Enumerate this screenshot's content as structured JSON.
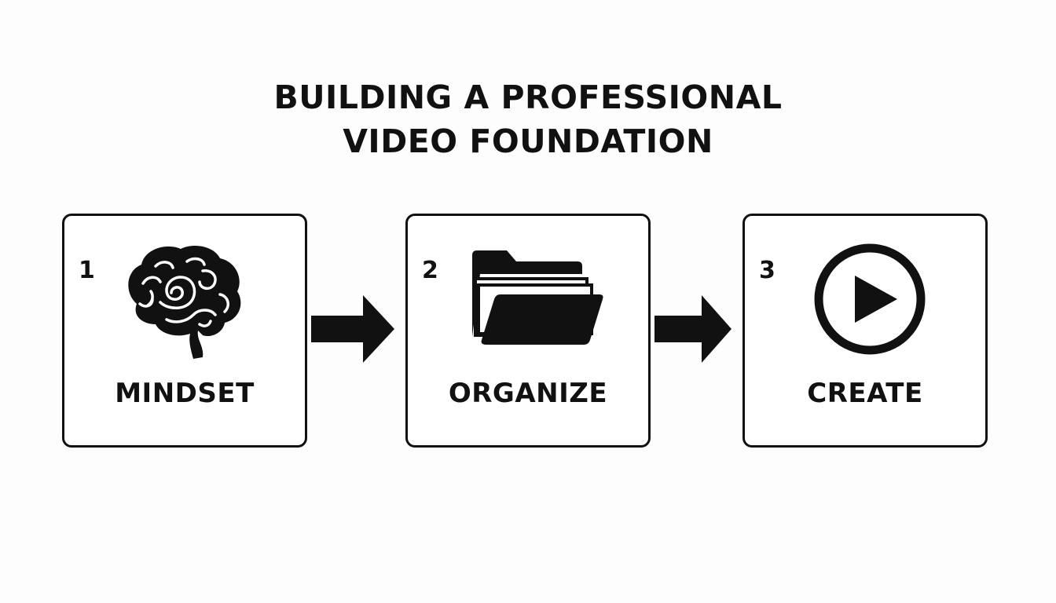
{
  "title": {
    "line1": "BUILDING A PROFESSIONAL",
    "line2": "VIDEO FOUNDATION"
  },
  "steps": [
    {
      "number": "1",
      "label": "MINDSET",
      "icon": "brain-icon"
    },
    {
      "number": "2",
      "label": "ORGANIZE",
      "icon": "folder-icon"
    },
    {
      "number": "3",
      "label": "CREATE",
      "icon": "play-icon"
    }
  ],
  "colors": {
    "ink": "#111111",
    "background": "#fdfdfd",
    "box_fill": "#ffffff"
  }
}
